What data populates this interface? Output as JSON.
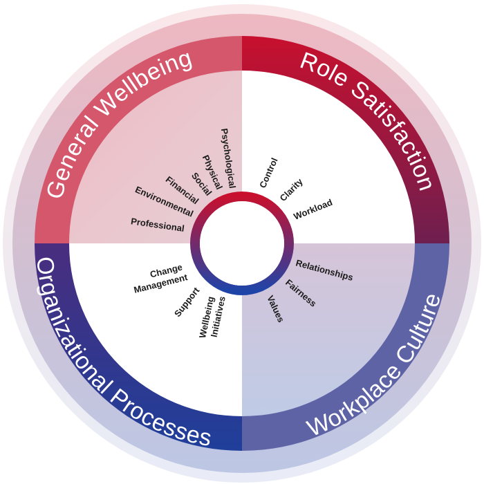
{
  "quadrants": [
    {
      "id": "general-wellbeing",
      "title": "General Wellbeing",
      "color": "#c2263f",
      "factors": [
        "Psychological",
        "Physical",
        "Social",
        "Financial",
        "Environmental",
        "Professional"
      ]
    },
    {
      "id": "role-satisfaction",
      "title": "Role Satisfaction",
      "color": "#c8102e",
      "factors": [
        "Control",
        "Clarity",
        "Workload"
      ]
    },
    {
      "id": "workplace-culture",
      "title": "Workplace Culture",
      "color": "#5b3a8a",
      "factors": [
        "Relationships",
        "Fairness",
        "Values"
      ]
    },
    {
      "id": "organizational-processes",
      "title": "Organizational Processes",
      "color": "#1f3f9a",
      "factors": [
        "Change Management",
        "Support",
        "Wellbeing Initiatives"
      ]
    }
  ],
  "colors": {
    "red": "#c8102e",
    "maroon": "#6b1d46",
    "purple": "#3e2a7a",
    "blue": "#1f44a8"
  }
}
